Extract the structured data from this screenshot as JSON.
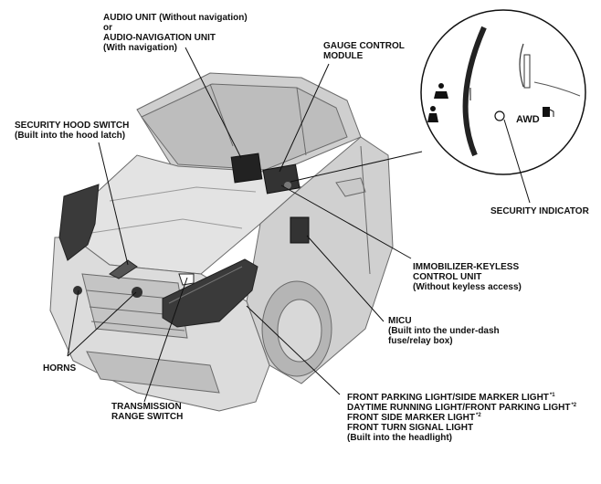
{
  "labels": {
    "audio": [
      "AUDIO UNIT (Without navigation)",
      "or",
      "AUDIO-NAVIGATION UNIT",
      "(With navigation)"
    ],
    "gauge": [
      "GAUGE CONTROL",
      "MODULE"
    ],
    "hood": [
      "SECURITY HOOD SWITCH",
      "(Built into the hood latch)"
    ],
    "security_indicator": "SECURITY INDICATOR",
    "immobilizer": [
      "IMMOBILIZER-KEYLESS",
      "CONTROL UNIT",
      "(Without keyless access)"
    ],
    "micu": [
      "MICU",
      "(Built into the under-dash",
      "fuse/relay box)"
    ],
    "horns": "HORNS",
    "transmission": [
      "TRANSMISSION",
      "RANGE SWITCH"
    ],
    "headlight": {
      "line1": "FRONT PARKING LIGHT/SIDE MARKER LIGHT",
      "sup1": "*1",
      "line2": "DAYTIME RUNNING LIGHT/FRONT PARKING LIGHT",
      "sup2": "*2",
      "line3": "FRONT SIDE MARKER LIGHT",
      "sup3": "*2",
      "line4": "FRONT TURN SIGNAL LIGHT",
      "line5": "(Built into the headlight)"
    },
    "awd": "AWD"
  },
  "icons": [
    "seatbelt-icon",
    "airbag-icon",
    "fuel-icon",
    "security-indicator-icon"
  ]
}
